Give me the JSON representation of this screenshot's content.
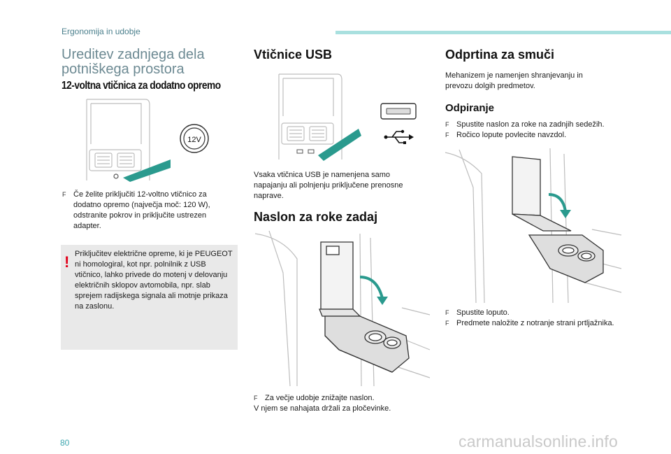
{
  "header": {
    "section_label": "Ergonomija in udobje"
  },
  "page_number": "80",
  "watermark": "carmanualsonline.info",
  "col1": {
    "title": "Ureditev zadnjega dela potniškega prostora",
    "subtitle": "12-voltna vtičnica za dodatno opremo",
    "socket_label": "12V",
    "bullet": "Če želite priključiti 12-voltno vtičnico za dodatno opremo (največja moč: 120 W), odstranite pokrov in priključite ustrezen adapter.",
    "warning_icon": "!",
    "warning": "Priključitev električne opreme, ki je PEUGEOT ni homologiral, kot npr. polnilnik z USB vtičnico, lahko privede do motenj v delovanju električnih sklopov avtomobila, npr. slab sprejem radijskega signala ali motnje prikaza na zaslonu."
  },
  "col2": {
    "usb_title": "Vtičnice USB",
    "usb_text": "Vsaka vtičnica USB je namenjena samo napajanju ali polnjenju priključene prenosne naprave.",
    "armrest_title": "Naslon za roke zadaj",
    "armrest_bullet": "Za večje udobje znižajte naslon.",
    "armrest_text": "V njem se nahajata držali za pločevinke."
  },
  "col3": {
    "ski_title": "Odprtina za smuči",
    "ski_text": "Mehanizem je namenjen shranjevanju in prevozu dolgih predmetov.",
    "open_title": "Odpiranje",
    "open_bullets": [
      "Spustite naslon za roke na zadnjih sedežih.",
      "Ročico lopute povlecite navzdol."
    ],
    "final_bullets": [
      "Spustite loputo.",
      "Predmete naložite z notranje strani prtljažnika."
    ]
  },
  "bullet_marker": "F",
  "colors": {
    "accent_teal": "#3fa7b0",
    "arrow_teal": "#2a9a8e",
    "warning_red": "#e2001a",
    "header_bar": "#a9e0df"
  }
}
